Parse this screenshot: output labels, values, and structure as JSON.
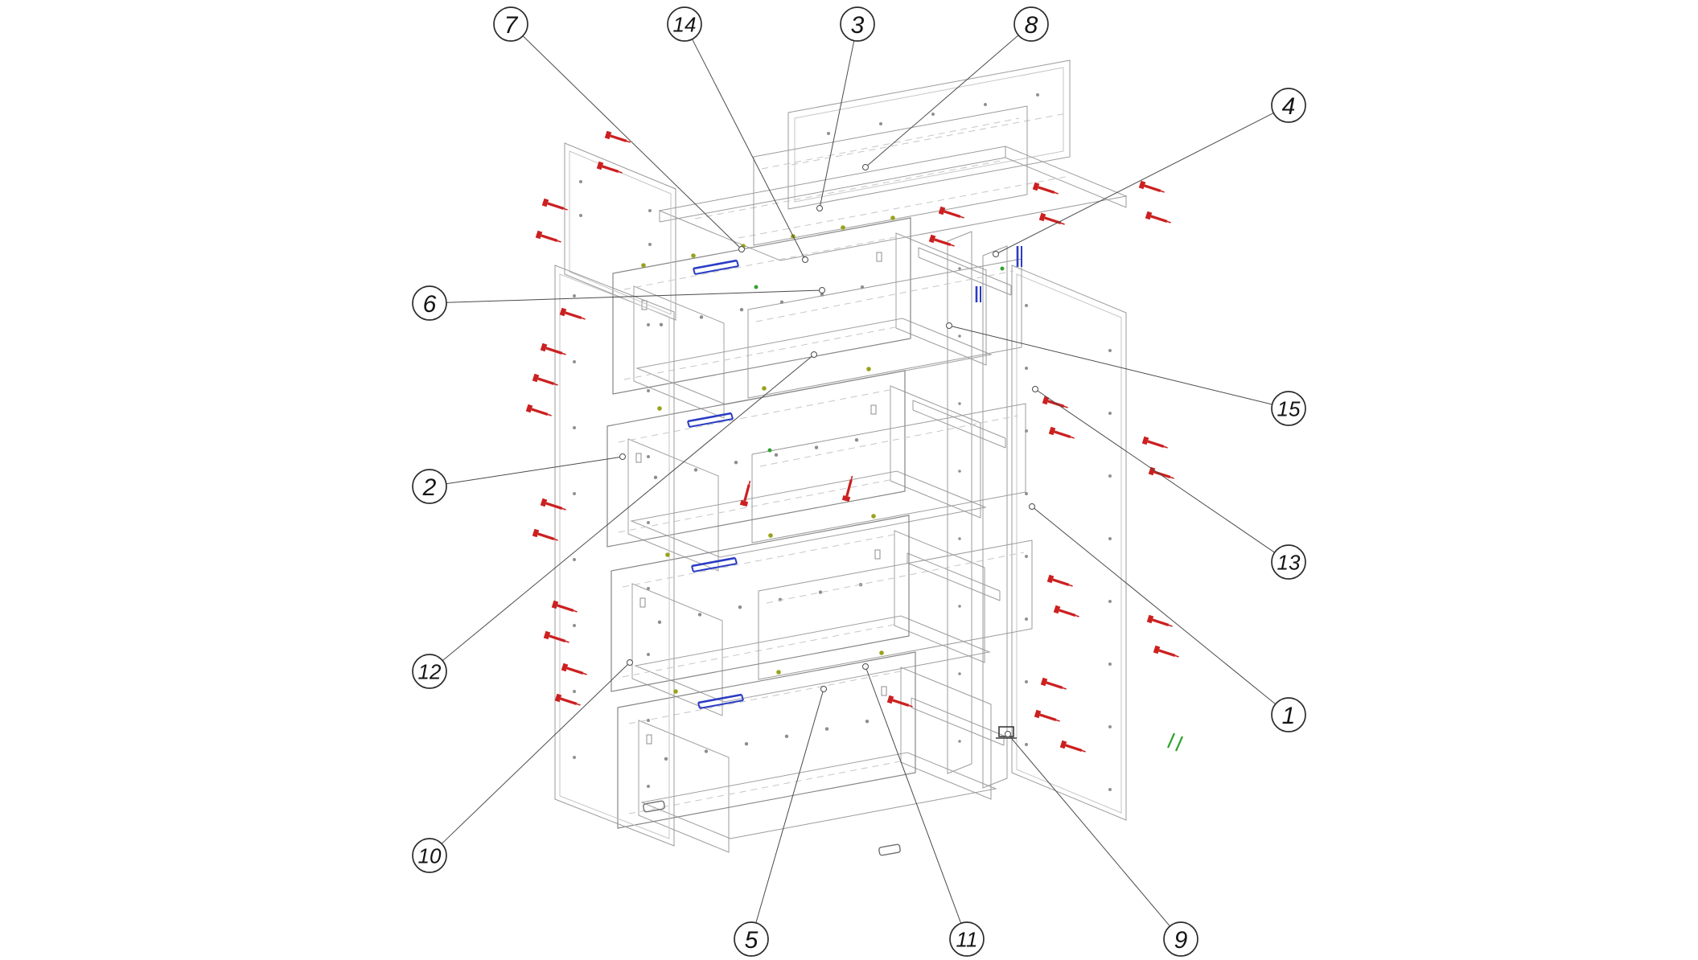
{
  "page": {
    "background": "#ffffff"
  },
  "diagram": {
    "type": "exploded-furniture-assembly",
    "subject": "four-drawer-chest-exploded-view",
    "balloon_count": 15,
    "colors": {
      "background": "#ffffff",
      "line": "#9b9b9b",
      "line_dark": "#6f6f6f",
      "line_light": "#c6c6c6",
      "leader": "#4a4a4a",
      "balloon_stroke": "#2b2b2b",
      "balloon_fill": "#ffffff",
      "balloon_text": "#141414",
      "fastener_red": "#cc2020",
      "bracket_blue": "#2a3cc4",
      "accent_green": "#2fa32f",
      "dot_olive": "#9aa21c",
      "hardware_dark": "#3a3a3a"
    },
    "parts": [
      "back-panel",
      "top-panel",
      "right-side-panel",
      "left-side-panel",
      "upper-left-panel",
      "drawer-1",
      "drawer-2",
      "drawer-3",
      "drawer-4",
      "drawer-rails",
      "corner-posts",
      "feet",
      "corner-bracket",
      "fasteners",
      "drawer-brackets"
    ],
    "callouts": [
      {
        "label": "7",
        "balloon": [
          635,
          30
        ],
        "target": [
          922,
          310
        ]
      },
      {
        "label": "14",
        "balloon": [
          851,
          30
        ],
        "target": [
          1001,
          323
        ]
      },
      {
        "label": "3",
        "balloon": [
          1066,
          30
        ],
        "target": [
          1019,
          259
        ]
      },
      {
        "label": "8",
        "balloon": [
          1282,
          30
        ],
        "target": [
          1076,
          208
        ]
      },
      {
        "label": "4",
        "balloon": [
          1602,
          131
        ],
        "target": [
          1238,
          316
        ]
      },
      {
        "label": "6",
        "balloon": [
          534,
          377
        ],
        "target": [
          1022,
          361
        ]
      },
      {
        "label": "15",
        "balloon": [
          1602,
          508
        ],
        "target": [
          1180,
          405
        ]
      },
      {
        "label": "2",
        "balloon": [
          534,
          605
        ],
        "target": [
          774,
          568
        ]
      },
      {
        "label": "13",
        "balloon": [
          1602,
          699
        ],
        "target": [
          1287,
          484
        ]
      },
      {
        "label": "12",
        "balloon": [
          534,
          835
        ],
        "target": [
          1012,
          441
        ]
      },
      {
        "label": "1",
        "balloon": [
          1602,
          889
        ],
        "target": [
          1283,
          630
        ]
      },
      {
        "label": "10",
        "balloon": [
          534,
          1064
        ],
        "target": [
          783,
          824
        ]
      },
      {
        "label": "5",
        "balloon": [
          934,
          1168
        ],
        "target": [
          1024,
          857
        ]
      },
      {
        "label": "11",
        "balloon": [
          1202,
          1168
        ],
        "target": [
          1076,
          829
        ]
      },
      {
        "label": "9",
        "balloon": [
          1468,
          1168
        ],
        "target": [
          1253,
          913
        ]
      }
    ]
  }
}
